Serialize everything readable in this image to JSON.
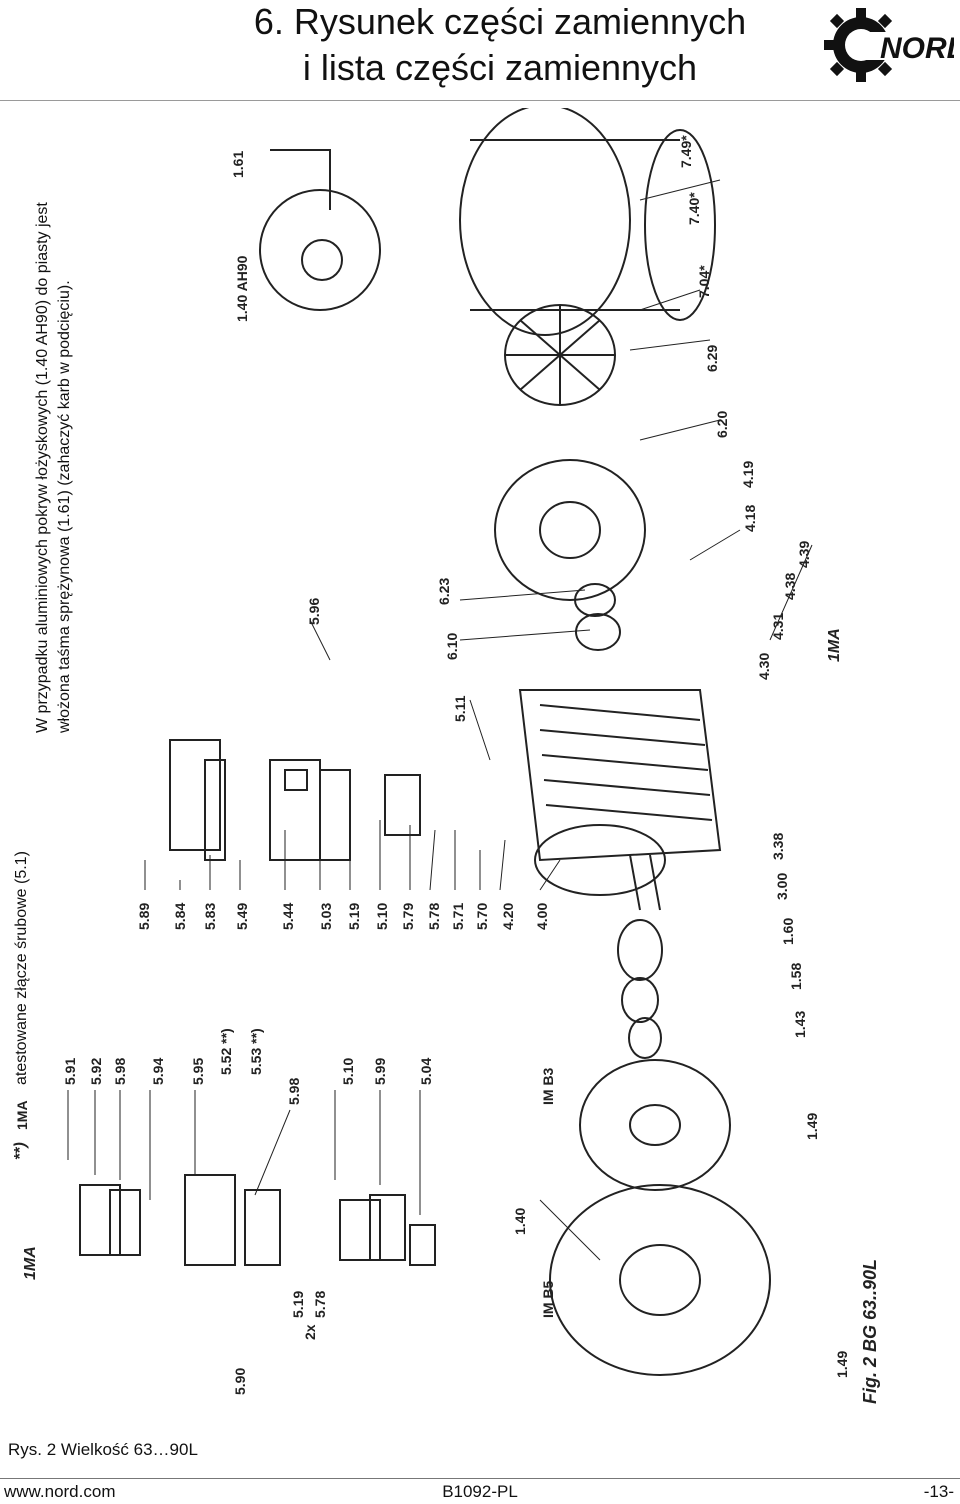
{
  "heading": {
    "line1": "6. Rysunek części zamiennych",
    "line2": "i lista części zamiennych"
  },
  "logo": {
    "text": "NORD",
    "icon": "gear-icon",
    "color": "#111111"
  },
  "notes": {
    "line1": "W przypadku aluminiowych pokryw łożyskowych (1.40 AH90) do piasty jest",
    "line2": "włożona taśma sprężynowa (1.61) (zahaczyć karb w podcięciu).",
    "marker": "**)",
    "marker_tag": "1MA",
    "cert": "atestowane złącze śrubowe (5.1)"
  },
  "drawing": {
    "figure": "Fig. 2  BG 63..90L",
    "top_group_tag": "1MA",
    "two_x": "2x",
    "top_group_bracket": "5.90",
    "labels_top": [
      "5.91",
      "5.92",
      "5.98",
      "5.94",
      "5.95",
      "5.52 **)",
      "5.53 **)",
      "5.98",
      "5.10",
      "5.99",
      "5.04"
    ],
    "labels_bracket": [
      "5.19",
      "5.78"
    ],
    "labels_mid": [
      "5.89",
      "5.84",
      "5.83",
      "5.49",
      "5.44",
      "5.03",
      "5.19",
      "5.10",
      "5.79",
      "5.78",
      "5.71",
      "5.70",
      "4.20",
      "4.00"
    ],
    "labels_shaft": [
      "1.43",
      "1.58",
      "1.60",
      "3.00",
      "3.38"
    ],
    "labels_flange": [
      "1.49",
      "1.40",
      "1.49"
    ],
    "mount_b5": "IM B5",
    "mount_b3": "IM B3",
    "labels_right": [
      "5.96",
      "5.11",
      "6.10",
      "6.23"
    ],
    "labels_terminal": [
      "4.30",
      "4.31",
      "4.38",
      "4.39",
      "4.18",
      "4.19"
    ],
    "terminal_tag": "1MA",
    "labels_rear": [
      "6.20",
      "6.29",
      "7.04*",
      "7.40*",
      "7.49*"
    ],
    "labels_hub": [
      "1.40 AH90",
      "1.61"
    ]
  },
  "caption": "Rys. 2 Wielkość 63…90L",
  "footer": {
    "left": "www.nord.com",
    "center": "B1092-PL",
    "right": "-13-"
  }
}
